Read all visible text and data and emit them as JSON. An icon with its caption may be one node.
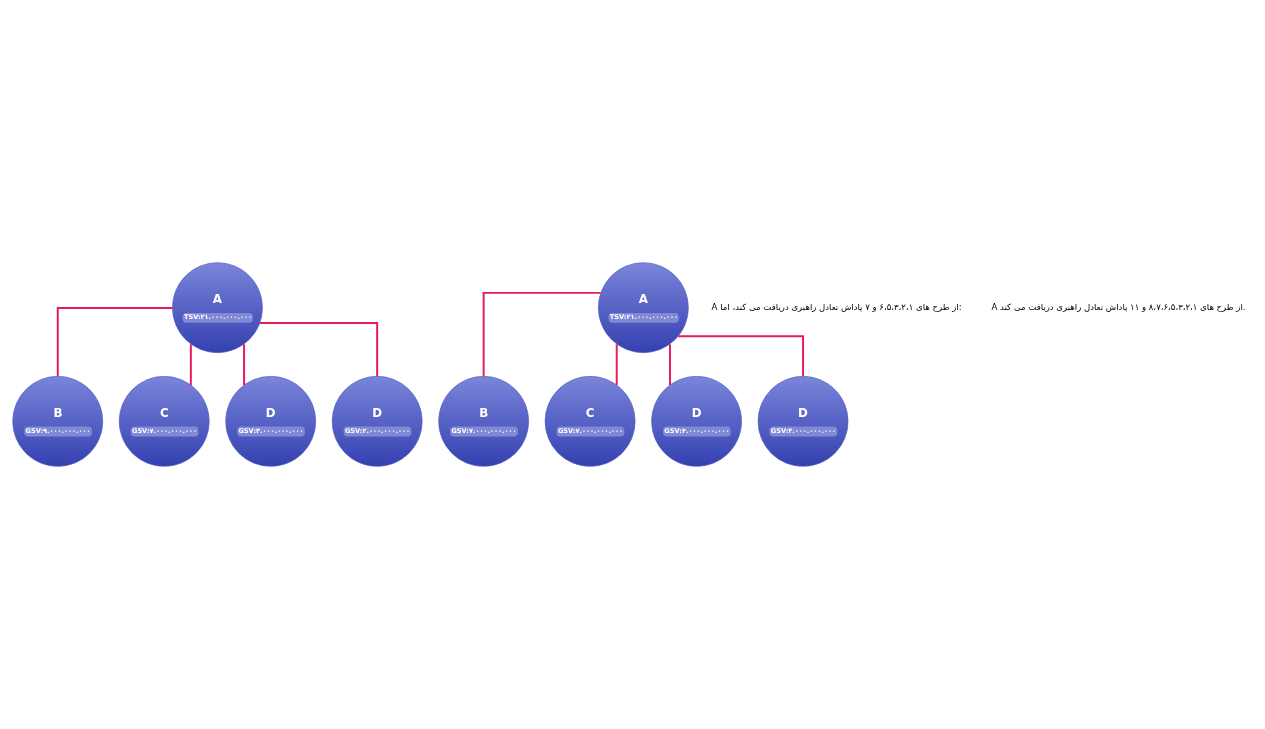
{
  "diagram": {
    "nodes": [
      {
        "text": [
          "A",
          "TSV:۲۱.۰۰۰.۰۰۰.۰۰۰"
        ]
      },
      {
        "text": [
          "B",
          "GSV:۹.۰۰۰.۰۰۰.۰۰۰"
        ]
      },
      {
        "text": [
          "C",
          "GSV:۷.۰۰۰.۰۰۰.۰۰۰"
        ]
      },
      {
        "text": [
          "D",
          "GSV:۳.۰۰۰.۰۰۰.۰۰۰"
        ]
      },
      {
        "text": [
          "D",
          "GSV:۲.۰۰۰.۰۰۰.۰۰۰"
        ]
      },
      {
        "text": [
          "A",
          "TSV:۲۱.۰۰۰.۰۰۰.۰۰۰"
        ]
      },
      {
        "text": [
          "B",
          "GSV:۷.۰۰۰.۰۰۰.۰۰۰"
        ]
      },
      {
        "text": [
          "C",
          "GSV:۷.۰۰۰.۰۰۰.۰۰۰"
        ]
      },
      {
        "text": [
          "D",
          "GSV:۴.۰۰۰.۰۰۰.۰۰۰"
        ]
      },
      {
        "text": [
          "D",
          "GSV:۳.۰۰۰.۰۰۰.۰۰۰"
        ]
      }
    ],
    "edges": [
      {
        "from": 0,
        "to": 1,
        "arrow": "none"
      },
      {
        "from": 0,
        "to": 2,
        "arrow": "none"
      },
      {
        "from": 0,
        "to": 3,
        "arrow": "none"
      },
      {
        "from": 0,
        "to": 4,
        "arrow": "none"
      },
      {
        "from": 5,
        "to": 6,
        "arrow": "none"
      },
      {
        "from": 5,
        "to": 7,
        "arrow": "none"
      },
      {
        "from": 5,
        "to": 8,
        "arrow": "none"
      },
      {
        "from": 5,
        "to": 9,
        "arrow": "none"
      }
    ],
    "labels": [
      "A از طرح های ۶،۵،۳،۲،۱ و ۷ پاداش تعادل راهبری دریافت می کند، اما:",
      "A از طرح های ۸،۷،۶،۵،۳،۲،۱ و ۱۱ پاداش تعادل راهبری دریافت می کند."
    ]
  }
}
